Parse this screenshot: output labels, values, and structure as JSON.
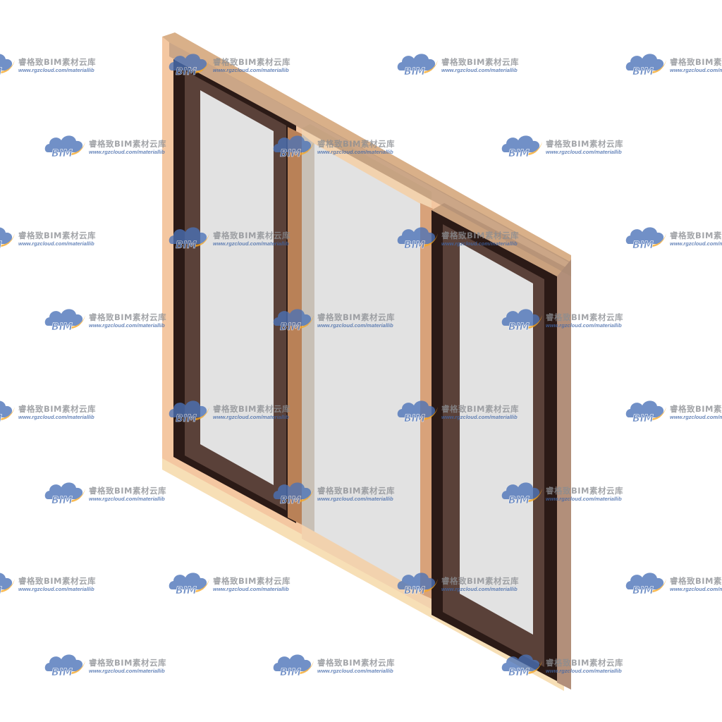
{
  "watermark": {
    "logo_text": "BIM",
    "title": "睿格致BIM素材云库",
    "url": "www.rgzcloud.com/materiallib",
    "cloud_icon": "cloud-icon",
    "colors": {
      "cloud": "#4a72b8",
      "swoosh": "#f5a623",
      "text": "#8a8d92",
      "url": "#3f66a8"
    }
  },
  "model": {
    "name_icon": "window-model-icon",
    "colors": {
      "frame_light": "#f4c7a1",
      "frame_edge": "#f6dcb4",
      "frame_top": "#c9a17e",
      "sash_dark": "#2b1a16",
      "sash_mid": "#5a4139",
      "mullion": "#b98157",
      "glass": "#e2e2e2",
      "glass_dim": "#c8c0b6"
    }
  }
}
